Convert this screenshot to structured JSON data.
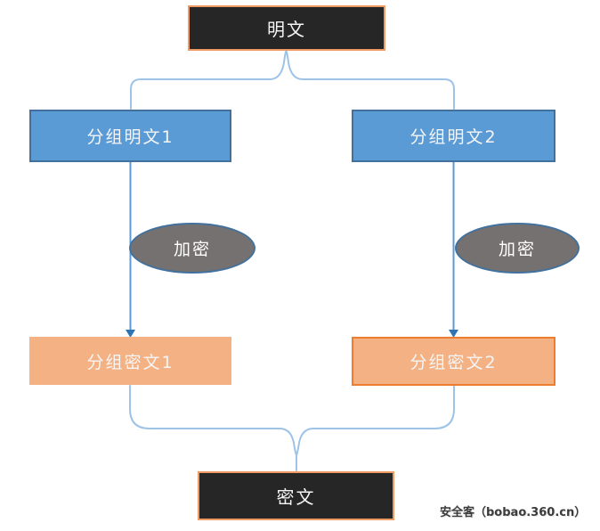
{
  "diagram": {
    "plaintext_label": "明文",
    "block_plaintext_1": "分组明文1",
    "block_plaintext_2": "分组明文2",
    "encrypt_left_label": "加密",
    "encrypt_right_label": "加密",
    "block_ciphertext_1": "分组密文1",
    "block_ciphertext_2": "分组密文2",
    "ciphertext_label": "密文"
  },
  "watermark": "安全客（bobao.360.cn）",
  "colors": {
    "box_dark": "#262626",
    "box_dark_border": "#ED9B63",
    "blue_fill": "#5B9BD5",
    "blue_border": "#41719C",
    "orange_fill": "#F4B183",
    "orange_border": "#ED7D31",
    "gray_fill": "#767171",
    "gray_border": "#41719C",
    "connector": "#9DC3E6",
    "arrow": "#5B9BD5",
    "arrowhead": "#2E75B6",
    "watermark_color": "#3B3B3B"
  }
}
